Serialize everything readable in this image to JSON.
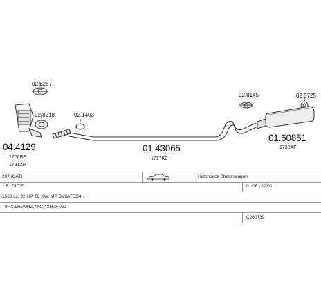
{
  "parts": {
    "cat_number": "04.4129",
    "cat_sub1": "1706BE",
    "cat_sub2": "1731ZH",
    "clamp_top": "02.8287",
    "gasket": "02.8218",
    "clamp_small": "02.1403",
    "middle_pipe": "01.43065",
    "middle_pipe_code": "1717K2",
    "clamp_rear": "02.8145",
    "rubber_mount": "02.5725",
    "rear_silencer": "01.60851",
    "rear_silencer_code": "1730AF"
  },
  "table": {
    "model": "207 (CAT)",
    "body_type": "Hatchback Stationwagon",
    "engine": "1.6 i DI TE",
    "years": "01/06 - 12/11",
    "specs": "1560 cc, 92 HP, 68 KW, MP DV6ATED4 -",
    "engine_codes": "- 9HX,9HV,9HZ,4XC,4XH,9HXC",
    "diagram_code": "C260739"
  }
}
